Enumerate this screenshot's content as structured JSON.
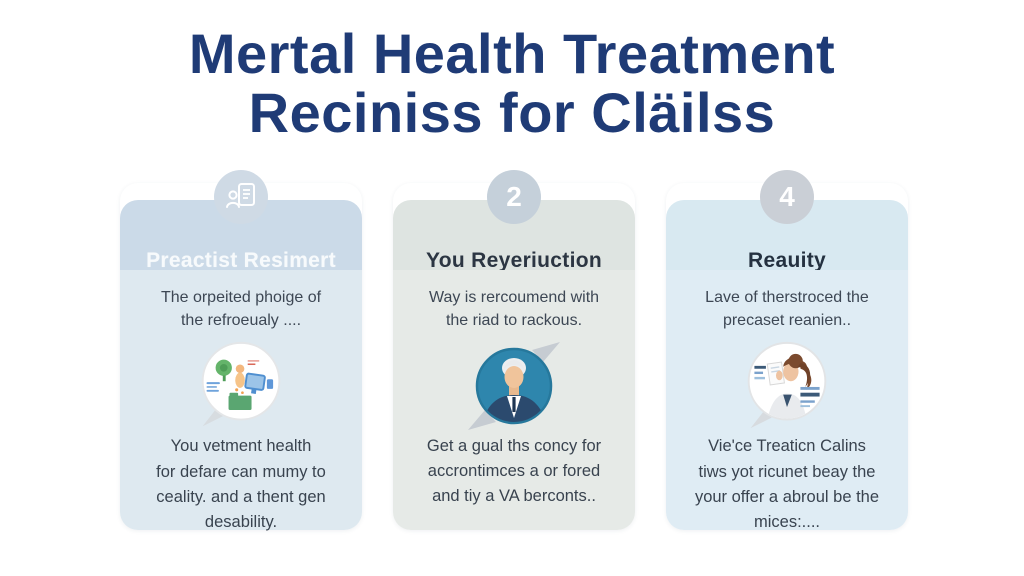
{
  "title": {
    "line1": "Mertal Health Treatment",
    "line2": "Reciniss for Cläilss"
  },
  "colors": {
    "title_navy": "#1f3b76",
    "card1_header": "#cbdae8",
    "card1_body": "#dee9f0",
    "card2_header": "#dee4e1",
    "card2_body": "#e6eae7",
    "card3_header": "#d8e9f1",
    "card3_body": "#dfecf4",
    "badge_gray_blue": "#c5d0da",
    "avatar_blue": "#2e86ad",
    "body_text": "#3d4754"
  },
  "cards": [
    {
      "icon": "person-document-icon",
      "number": "",
      "header": "Preactist Resimert",
      "intro_lines": [
        "The orpeited phoige of",
        "the refroeualy ...."
      ],
      "illustration": "consultation-clipart-bubble",
      "footer_lead": "You vetment health",
      "footer_lines": [
        "for defare can mumy to",
        "ceality. and a thent gen",
        "desability."
      ]
    },
    {
      "icon": "",
      "number": "2",
      "header": "You Reyeriuction",
      "intro_lines": [
        "Way is rercoumend with",
        "the riad to rackous."
      ],
      "illustration": "counselor-avatar-bubble",
      "footer_lead": "",
      "footer_lines": [
        "Get a gual ths concy for",
        "accrontimces a or fored",
        "and tiy a VA berconts.."
      ]
    },
    {
      "icon": "",
      "number": "4",
      "header": "Reauity",
      "intro_lines": [
        "Lave of therstroced the",
        "precaset reanien.."
      ],
      "illustration": "reviewer-woman-bubble",
      "footer_lead": "Vie'ce Treaticn Calins",
      "footer_lines": [
        "tiws yot ricunet beay the",
        "your offer a abroul be the",
        "mices:...."
      ]
    }
  ]
}
